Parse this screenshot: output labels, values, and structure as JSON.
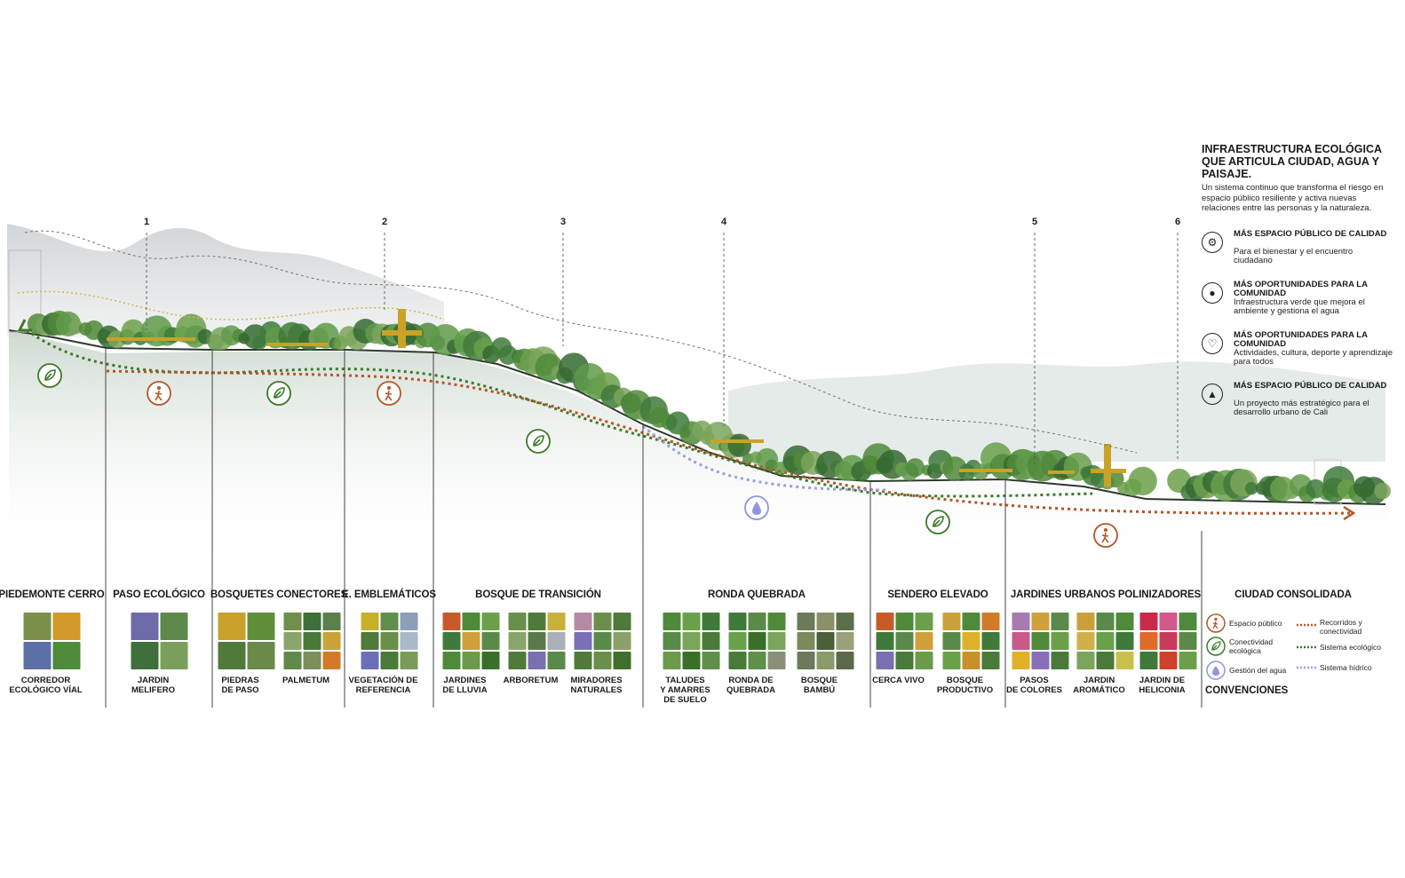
{
  "panel": {
    "title": "INFRAESTRUCTURA ECOLÓGICA QUE ARTICULA CIUDAD, AGUA Y PAISAJE.",
    "description": "Un sistema continuo que transforma el riesgo en espacio público resiliente y activa nuevas relaciones entre las personas y la naturaleza.",
    "benefits": [
      {
        "icon": "community-icon",
        "title": "MÁS ESPACIO PÚBLICO DE CALIDAD",
        "desc": "Para el bienestar y el encuentro ciudadano"
      },
      {
        "icon": "water-drop-icon",
        "title": "MÁS OPORTUNIDADES PARA LA COMUNIDAD",
        "desc": "Infraestructura verde que mejora el ambiente y gestiona el agua"
      },
      {
        "icon": "heart-icon",
        "title": "MÁS OPORTUNIDADES PARA LA COMUNIDAD",
        "desc": "Actividades, cultura, deporte y aprendizaje para todos"
      },
      {
        "icon": "growth-chart-icon",
        "title": "MÁS ESPACIO PÚBLICO DE CALIDAD",
        "desc": "Un proyecto más estratégico para el desarrollo urbano de Cali"
      }
    ]
  },
  "markers": [
    "1",
    "2",
    "3",
    "4",
    "5",
    "6"
  ],
  "zones": [
    {
      "title": "PIEDEMONTE CERRO",
      "subs": [
        {
          "label": "CORREDOR\nECOLÓGICO VÍAL"
        }
      ]
    },
    {
      "title": "PASO ECOLÓGICO",
      "subs": [
        {
          "label": "JARDIN\nMELIFERO"
        }
      ]
    },
    {
      "title": "BOSQUETES CONECTORES",
      "subs": [
        {
          "label": "PIEDRAS\nDE PASO"
        },
        {
          "label": "PALMETUM"
        }
      ]
    },
    {
      "title": "E. EMBLEMÁTICOS",
      "subs": [
        {
          "label": "VEGETACIÓN DE\nREFERENCIA"
        }
      ]
    },
    {
      "title": "BOSQUE DE TRANSICIÓN",
      "subs": [
        {
          "label": "JARDINES\nDE LLUVIA"
        },
        {
          "label": "ARBORETUM"
        },
        {
          "label": "MIRADORES\nNATURALES"
        }
      ]
    },
    {
      "title": "RONDA QUEBRADA",
      "subs": [
        {
          "label": "TALUDES\nY AMARRES\nDE SUELO"
        },
        {
          "label": "RONDA DE\nQUEBRADA"
        },
        {
          "label": "BOSQUE\nBAMBÚ"
        }
      ]
    },
    {
      "title": "SENDERO ELEVADO",
      "subs": [
        {
          "label": "CERCA VIVO"
        },
        {
          "label": "BOSQUE\nPRODUCTIVO"
        }
      ]
    },
    {
      "title": "JARDINES URBANOS POLINIZADORES",
      "subs": [
        {
          "label": "PASOS\nDE COLORES"
        },
        {
          "label": "JARDIN\nAROMÁTICO"
        },
        {
          "label": "JARDIN DE\nHELICONIA"
        }
      ]
    },
    {
      "title": "CIUDAD CONSOLIDADA",
      "subs": []
    }
  ],
  "legend": {
    "title": "CONVENCIONES",
    "icons": [
      {
        "icon": "pedestrian-icon",
        "label": "Espacio público"
      },
      {
        "icon": "leaf-icon",
        "label": "Conectividad ecológica"
      },
      {
        "icon": "water-drop-icon",
        "label": "Gestión del agua"
      }
    ],
    "lines": [
      {
        "label": "Recorridos y conectividad",
        "color": "#b5552a"
      },
      {
        "label": "Sistema ecológico",
        "color": "#3d7a2a"
      },
      {
        "label": "Sistema hídrico",
        "color": "#9a9ee0"
      }
    ]
  },
  "colors": {
    "ecological": "#3d7a2a",
    "pedestrian": "#b5552a",
    "water": "#8f96e0",
    "vegetation": "#4f8a3a",
    "accent_wood": "#c9a227"
  }
}
